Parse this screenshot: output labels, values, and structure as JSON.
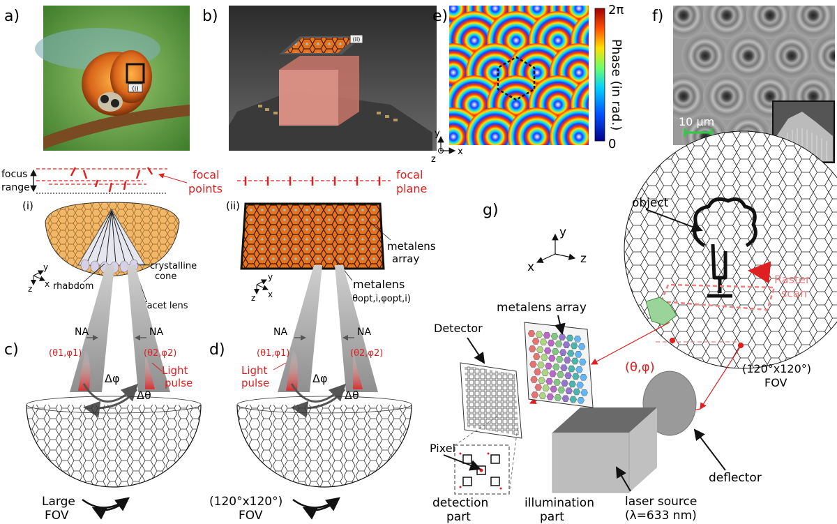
{
  "panels": {
    "a": "a)",
    "b": "b)",
    "c": "c)",
    "d": "d)",
    "e": "e)",
    "f": "f)",
    "g": "g)"
  },
  "insets": {
    "i": "(i)",
    "ii": "(ii)"
  },
  "eye": {
    "focus": "focus",
    "range": "range",
    "focal_points_1": "focal",
    "focal_points_2": "points",
    "focal_plane_1": "focal",
    "focal_plane_2": "plane",
    "crystalline": "crystalline",
    "cone": "cone",
    "rhabdom": "rhabdom",
    "facet_lens": "facet lens",
    "metalens_array_1": "metalens",
    "metalens_array_2": "array",
    "metalens": "metalens",
    "metalens_angles": "(θopt,i,φopt,i)",
    "axis_y": "y",
    "axis_z": "z",
    "axis_x": "x"
  },
  "cones": {
    "na": "NA",
    "theta1": "(θ1,φ1)",
    "theta2": "(θ2,φ2)",
    "light": "Light",
    "pulse": "pulse",
    "dphi": "Δφ",
    "dtheta": "Δθ",
    "large": "Large",
    "fov": "FOV",
    "fov_120": "(120°x120°)"
  },
  "phase_map": {
    "colorbar_top": "2π",
    "colorbar_bottom": "0",
    "colorbar_label": "Phase (in rad.)",
    "axis_y": "y",
    "axis_x": "x",
    "axis_z": "z"
  },
  "sem": {
    "scale": "10 μm"
  },
  "system": {
    "object": "object",
    "raster": "Raster",
    "scan": "scan",
    "metalens_array": "metalens array",
    "detector": "Detector",
    "pixel": "Pixel",
    "theta_phi": "(θ,φ)",
    "fov_120": "(120°x120°)",
    "fov": "FOV",
    "detection": "detection",
    "detection_part": "part",
    "illumination": "illumination",
    "illumination_part": "part",
    "laser": "laser source",
    "wavelength": "(λ=633 nm)",
    "deflector": "deflector",
    "axis_y": "y",
    "axis_x": "x",
    "axis_z": "z"
  },
  "colors": {
    "accent_red": "#e02020",
    "cone_gray": "#9a9a9a",
    "eye_orange": "#e8a54b",
    "metalens_orange": "#e8731f"
  }
}
